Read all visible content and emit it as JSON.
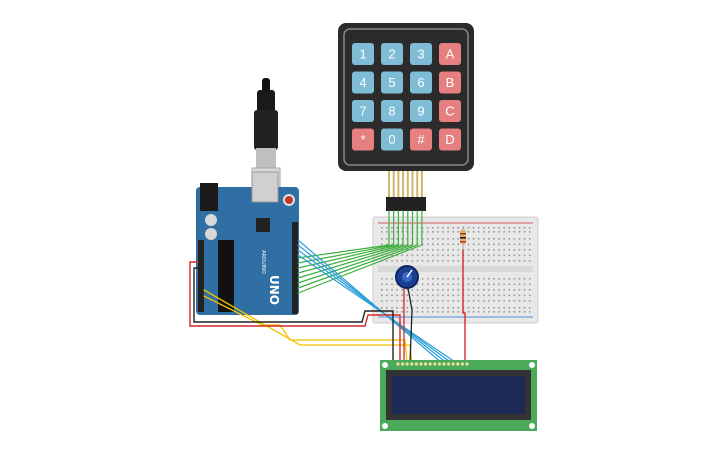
{
  "keypad": {
    "rows": [
      [
        {
          "label": "1",
          "color": "#7fbcd6"
        },
        {
          "label": "2",
          "color": "#7fbcd6"
        },
        {
          "label": "3",
          "color": "#7fbcd6"
        },
        {
          "label": "A",
          "color": "#e57f80"
        }
      ],
      [
        {
          "label": "4",
          "color": "#7fbcd6"
        },
        {
          "label": "5",
          "color": "#7fbcd6"
        },
        {
          "label": "6",
          "color": "#7fbcd6"
        },
        {
          "label": "B",
          "color": "#e57f80"
        }
      ],
      [
        {
          "label": "7",
          "color": "#7fbcd6"
        },
        {
          "label": "8",
          "color": "#7fbcd6"
        },
        {
          "label": "9",
          "color": "#7fbcd6"
        },
        {
          "label": "C",
          "color": "#e57f80"
        }
      ],
      [
        {
          "label": "*",
          "color": "#e57f80"
        },
        {
          "label": "0",
          "color": "#7fbcd6"
        },
        {
          "label": "#",
          "color": "#e57f80"
        },
        {
          "label": "D",
          "color": "#e57f80"
        }
      ]
    ]
  },
  "arduino": {
    "model": "UNO",
    "brand": "ARDUINO",
    "board_color": "#2f6fa3"
  },
  "colors": {
    "wire_green": "#3cae3c",
    "wire_blue": "#2a9fd6",
    "wire_yellow": "#f2c200",
    "wire_red": "#d12a2a",
    "wire_black": "#222222",
    "lcd_board": "#4aaa5a",
    "lcd_screen": "#1c2a55",
    "breadboard": "#e8e8e8"
  }
}
